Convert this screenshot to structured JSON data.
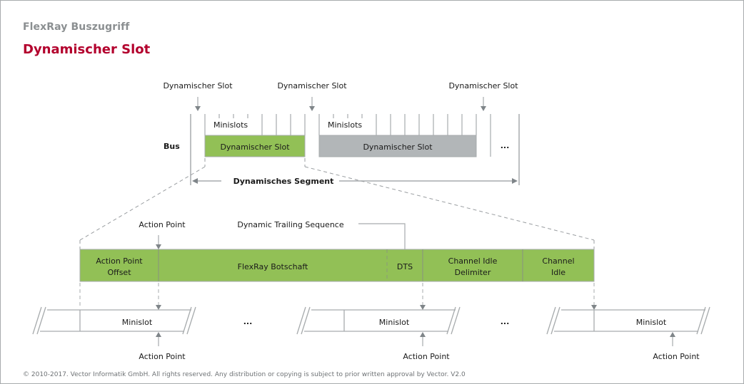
{
  "header": {
    "subtitle": "FlexRay Buszugriff",
    "title": "Dynamischer Slot"
  },
  "colors": {
    "accent": "#b3002d",
    "green": "#92c056",
    "gray_fill": "#b2b6b8",
    "line": "#a7abad",
    "arrow": "#7f8589"
  },
  "top": {
    "slot_markers": [
      "Dynamischer Slot",
      "Dynamischer Slot",
      "Dynamischer Slot"
    ],
    "bus_label": "Bus",
    "minislots_label_1": "Minislots",
    "minislots_label_2": "Minislots",
    "slot_green_label": "Dynamischer Slot",
    "slot_gray_label": "Dynamischer Slot",
    "ellipsis": "...",
    "segment_label": "Dynamisches Segment"
  },
  "detail": {
    "action_point_label": "Action Point",
    "dts_callout": "Dynamic Trailing Sequence",
    "segments": [
      {
        "line1": "Action Point",
        "line2": "Offset"
      },
      {
        "line1": "FlexRay Botschaft",
        "line2": ""
      },
      {
        "line1": "DTS",
        "line2": ""
      },
      {
        "line1": "Channel Idle",
        "line2": "Delimiter"
      },
      {
        "line1": "Channel",
        "line2": "Idle"
      }
    ]
  },
  "minislots": {
    "items": [
      {
        "label": "Minislot",
        "action_point": "Action Point"
      },
      {
        "label": "Minislot",
        "action_point": "Action Point"
      },
      {
        "label": "Minislot",
        "action_point": "Action Point"
      }
    ],
    "ellipsis": "..."
  },
  "footer": {
    "copyright": "© 2010-2017. Vector Informatik GmbH. All rights reserved. Any distribution or copying is subject to prior written approval by Vector. V2.0"
  }
}
